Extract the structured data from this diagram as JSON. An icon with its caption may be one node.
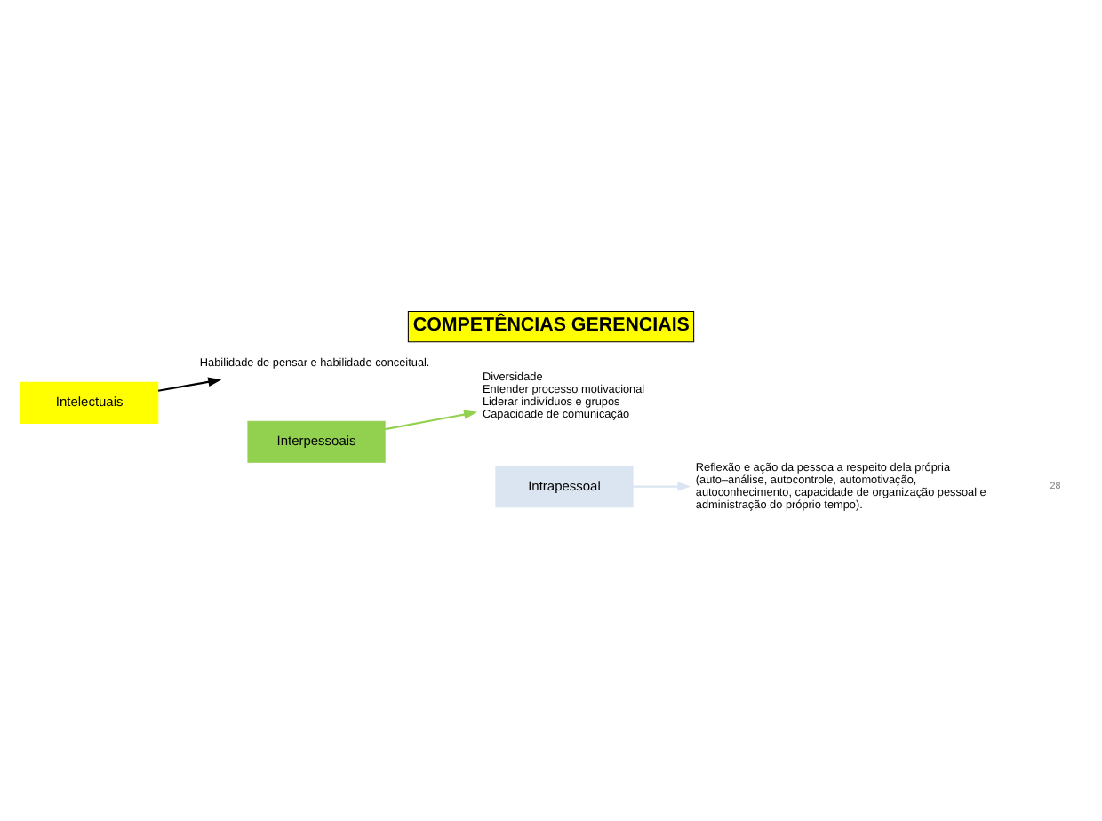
{
  "diagram": {
    "title": "COMPETÊNCIAS GERENCIAIS",
    "nodes": [
      {
        "text": [
          "Intelectuais"
        ]
      },
      {
        "text": [
          "Habilidade de pensar e habilidade conceitual."
        ]
      },
      {
        "text": [
          "Interpessoais"
        ]
      },
      {
        "text": [
          "Diversidade",
          "Entender processo motivacional",
          "Liderar indivíduos e grupos",
          "Capacidade de comunicação"
        ]
      },
      {
        "text": [
          "Intrapessoal"
        ]
      },
      {
        "text": [
          "Reflexão e ação da pessoa a respeito dela própria (auto–análise, autocontrole, automotivação, autoconhecimento, capacidade de organização pessoal e administração do próprio tempo)."
        ]
      }
    ],
    "edges": [
      {
        "from": 0,
        "to": 1,
        "arrow": "to",
        "color": "#000000"
      },
      {
        "from": 2,
        "to": 3,
        "arrow": "to",
        "color": "#92d050"
      },
      {
        "from": 4,
        "to": 5,
        "arrow": "to",
        "color": "#dbe5f1"
      }
    ],
    "labels": [
      "28"
    ]
  }
}
